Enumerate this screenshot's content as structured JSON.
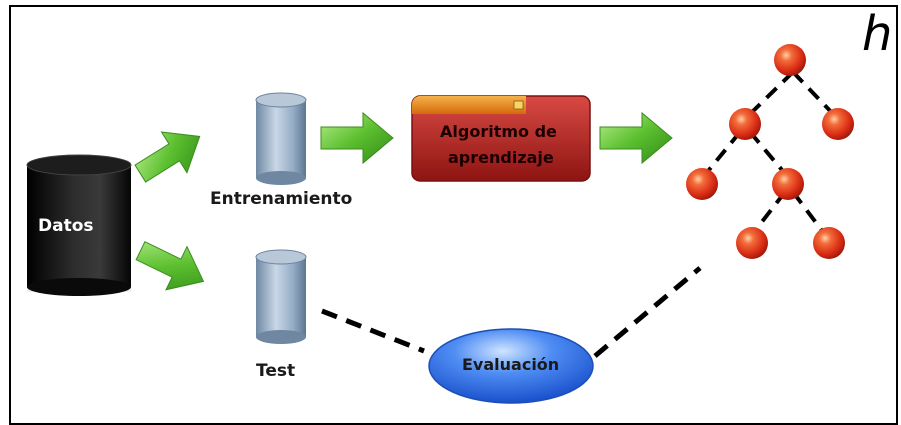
{
  "title_symbol": "h",
  "nodes": {
    "datos": "Datos",
    "entrenamiento": "Entrenamiento",
    "test": "Test",
    "algoritmo_line1": "Algoritmo de",
    "algoritmo_line2": "aprendizaje",
    "evaluacion": "Evaluación"
  },
  "colors": {
    "arrow_green": "#4cae2c",
    "algorithm_red": "#b5211f",
    "algorithm_tab": "#e07a17",
    "tree_node": "#e5371f",
    "evaluation_blue": "#2b6fe8",
    "cylinder_blue": "#8ea6c0",
    "datos_black": "#111111"
  },
  "icons": [
    "green-arrow-icon",
    "database-cylinder-icon",
    "tree-node-icon"
  ]
}
